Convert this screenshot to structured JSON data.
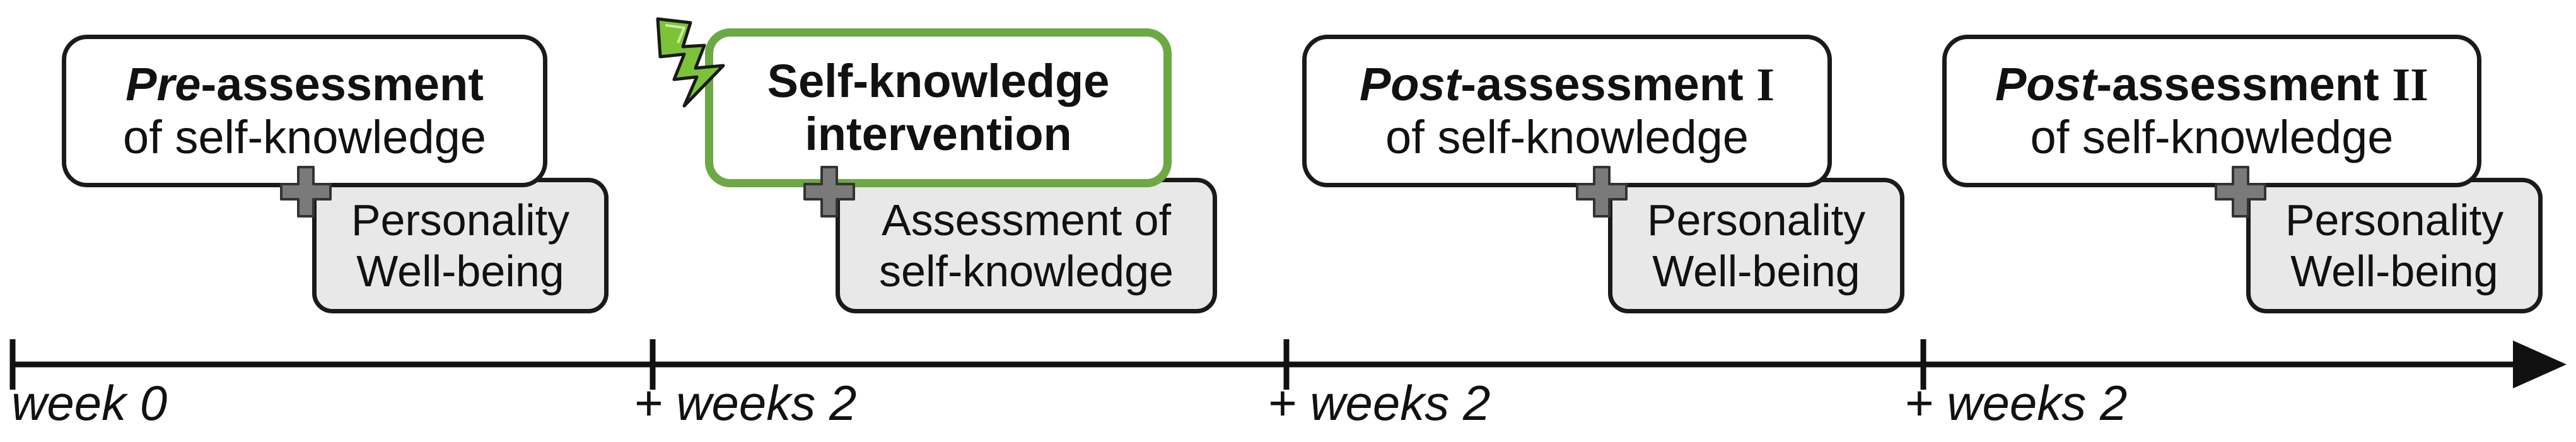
{
  "phases": [
    {
      "title_em": "Pre",
      "title_rest": "-assessment",
      "title_roman": "",
      "subtitle": "of self-knowledge",
      "detail_line1": "Personality",
      "detail_line2": "Well-being"
    },
    {
      "title_em": "",
      "title_rest": "Self-knowledge",
      "title_roman": "",
      "subtitle": "intervention",
      "detail_line1": "Assessment of",
      "detail_line2": "self-knowledge"
    },
    {
      "title_em": "Post",
      "title_rest": "-assessment ",
      "title_roman": "I",
      "subtitle": "of self-knowledge",
      "detail_line1": "Personality",
      "detail_line2": "Well-being"
    },
    {
      "title_em": "Post",
      "title_rest": "-assessment ",
      "title_roman": "II",
      "subtitle": "of self-knowledge",
      "detail_line1": "Personality",
      "detail_line2": "Well-being"
    }
  ],
  "timeline": {
    "labels": [
      "week 0",
      "+ weeks 2",
      "+ weeks 2",
      "+ weeks 2"
    ]
  },
  "colors": {
    "highlight_border": "#6ca843",
    "bolt_fill": "#7cc33a",
    "detail_fill": "#e8e8e8",
    "plus_fill": "#7a7a7a"
  },
  "icons": {
    "bolt": "lightning-bolt-icon",
    "plus": "plus-icon"
  }
}
